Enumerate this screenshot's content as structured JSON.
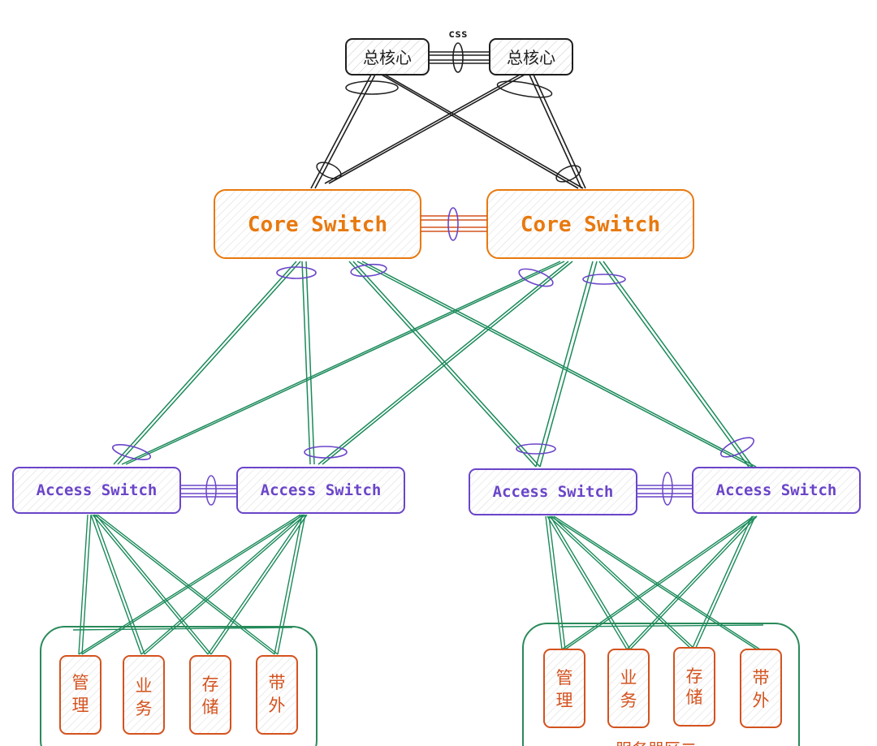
{
  "colors": {
    "black": "#1e1e1e",
    "core": "#e8790f",
    "access": "#6a45c9",
    "link_green": "#1b8a5a",
    "server": "#d4531f",
    "group_border": "#2a8a5a"
  },
  "top_core": {
    "left_label": "总核心",
    "right_label": "总核心",
    "link_label": "css"
  },
  "core_switches": {
    "left_label": "Core Switch",
    "right_label": "Core Switch"
  },
  "access_switches": {
    "a1": "Access Switch",
    "a2": "Access Switch",
    "a3": "Access Switch",
    "a4": "Access Switch"
  },
  "server_groups": {
    "left": {
      "items": [
        {
          "line1": "管",
          "line2": "理"
        },
        {
          "line1": "业",
          "line2": "务"
        },
        {
          "line1": "存",
          "line2": "储"
        },
        {
          "line1": "带",
          "line2": "外"
        }
      ]
    },
    "right": {
      "items": [
        {
          "line1": "管",
          "line2": "理"
        },
        {
          "line1": "业",
          "line2": "务"
        },
        {
          "line1": "存",
          "line2": "储"
        },
        {
          "line1": "带",
          "line2": "外"
        }
      ],
      "caption": "服务器区二"
    }
  }
}
